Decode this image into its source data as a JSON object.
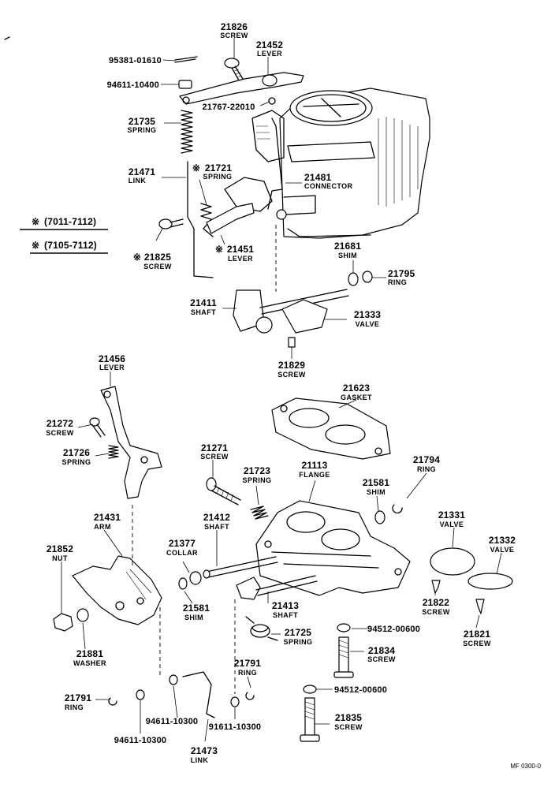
{
  "parts": [
    {
      "num": "21826",
      "name": "SCREW"
    },
    {
      "num": "21452",
      "name": "LEVER"
    },
    {
      "num": "95381-01610",
      "name": ""
    },
    {
      "num": "94611-10400",
      "name": ""
    },
    {
      "num": "21767-22010",
      "name": ""
    },
    {
      "num": "21735",
      "name": "SPRING"
    },
    {
      "num": "21721",
      "name": "SPRING",
      "mark": "※"
    },
    {
      "num": "21471",
      "name": "LINK"
    },
    {
      "num": "21481",
      "name": "CONNECTOR"
    },
    {
      "num": "21825",
      "name": "SCREW",
      "mark": "※"
    },
    {
      "num": "21451",
      "name": "LEVER",
      "mark": "※"
    },
    {
      "num": "21681",
      "name": "SHIM"
    },
    {
      "num": "21795",
      "name": "RING"
    },
    {
      "num": "21411",
      "name": "SHAFT"
    },
    {
      "num": "21333",
      "name": "VALVE"
    },
    {
      "num": "21829",
      "name": "SCREW"
    },
    {
      "num": "21456",
      "name": "LEVER"
    },
    {
      "num": "21623",
      "name": "GASKET"
    },
    {
      "num": "21272",
      "name": "SCREW"
    },
    {
      "num": "21726",
      "name": "SPRING"
    },
    {
      "num": "21271",
      "name": "SCREW"
    },
    {
      "num": "21723",
      "name": "SPRING"
    },
    {
      "num": "21113",
      "name": "FLANGE"
    },
    {
      "num": "21794",
      "name": "RING"
    },
    {
      "num": "21581",
      "name": "SHIM"
    },
    {
      "num": "21431",
      "name": "ARM"
    },
    {
      "num": "21412",
      "name": "SHAFT"
    },
    {
      "num": "21331",
      "name": "VALVE"
    },
    {
      "num": "21332",
      "name": "VALVE"
    },
    {
      "num": "21852",
      "name": "NUT"
    },
    {
      "num": "21377",
      "name": "COLLAR"
    },
    {
      "num": "21581",
      "name": "SHIM"
    },
    {
      "num": "21413",
      "name": "SHAFT"
    },
    {
      "num": "21822",
      "name": "SCREW"
    },
    {
      "num": "21821",
      "name": "SCREW"
    },
    {
      "num": "94512-00600",
      "name": ""
    },
    {
      "num": "21881",
      "name": "WASHER"
    },
    {
      "num": "21725",
      "name": "SPRING"
    },
    {
      "num": "21834",
      "name": "SCREW"
    },
    {
      "num": "21791",
      "name": "RING"
    },
    {
      "num": "21791",
      "name": "RING"
    },
    {
      "num": "94512-00600",
      "name": ""
    },
    {
      "num": "94611-10300",
      "name": ""
    },
    {
      "num": "91611-10300",
      "name": ""
    },
    {
      "num": "94611-10300",
      "name": ""
    },
    {
      "num": "21835",
      "name": "SCREW"
    },
    {
      "num": "21473",
      "name": "LINK"
    }
  ],
  "notes": [
    {
      "mark": "※",
      "text": "(7011-7112)"
    },
    {
      "mark": "※",
      "text": "(7105-7112)"
    }
  ],
  "footer_code": "MF 0300-0"
}
